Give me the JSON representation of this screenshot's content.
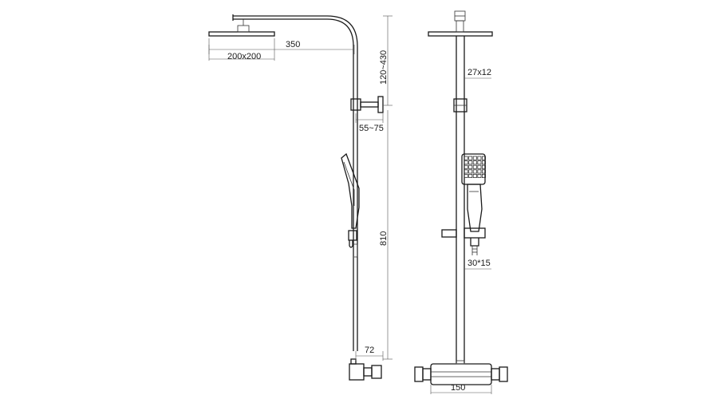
{
  "drawing": {
    "line_color": "#1a1a1a",
    "background": "#ffffff",
    "side_view": {
      "head_size": "200x200",
      "arm_length": "350",
      "riser_adjust": "120~430",
      "holder_depth": "55~75",
      "rail_height": "810",
      "mixer_depth": "72"
    },
    "front_view": {
      "riser_section": "27x12",
      "lower_section": "30*15",
      "mixer_width": "150"
    }
  }
}
